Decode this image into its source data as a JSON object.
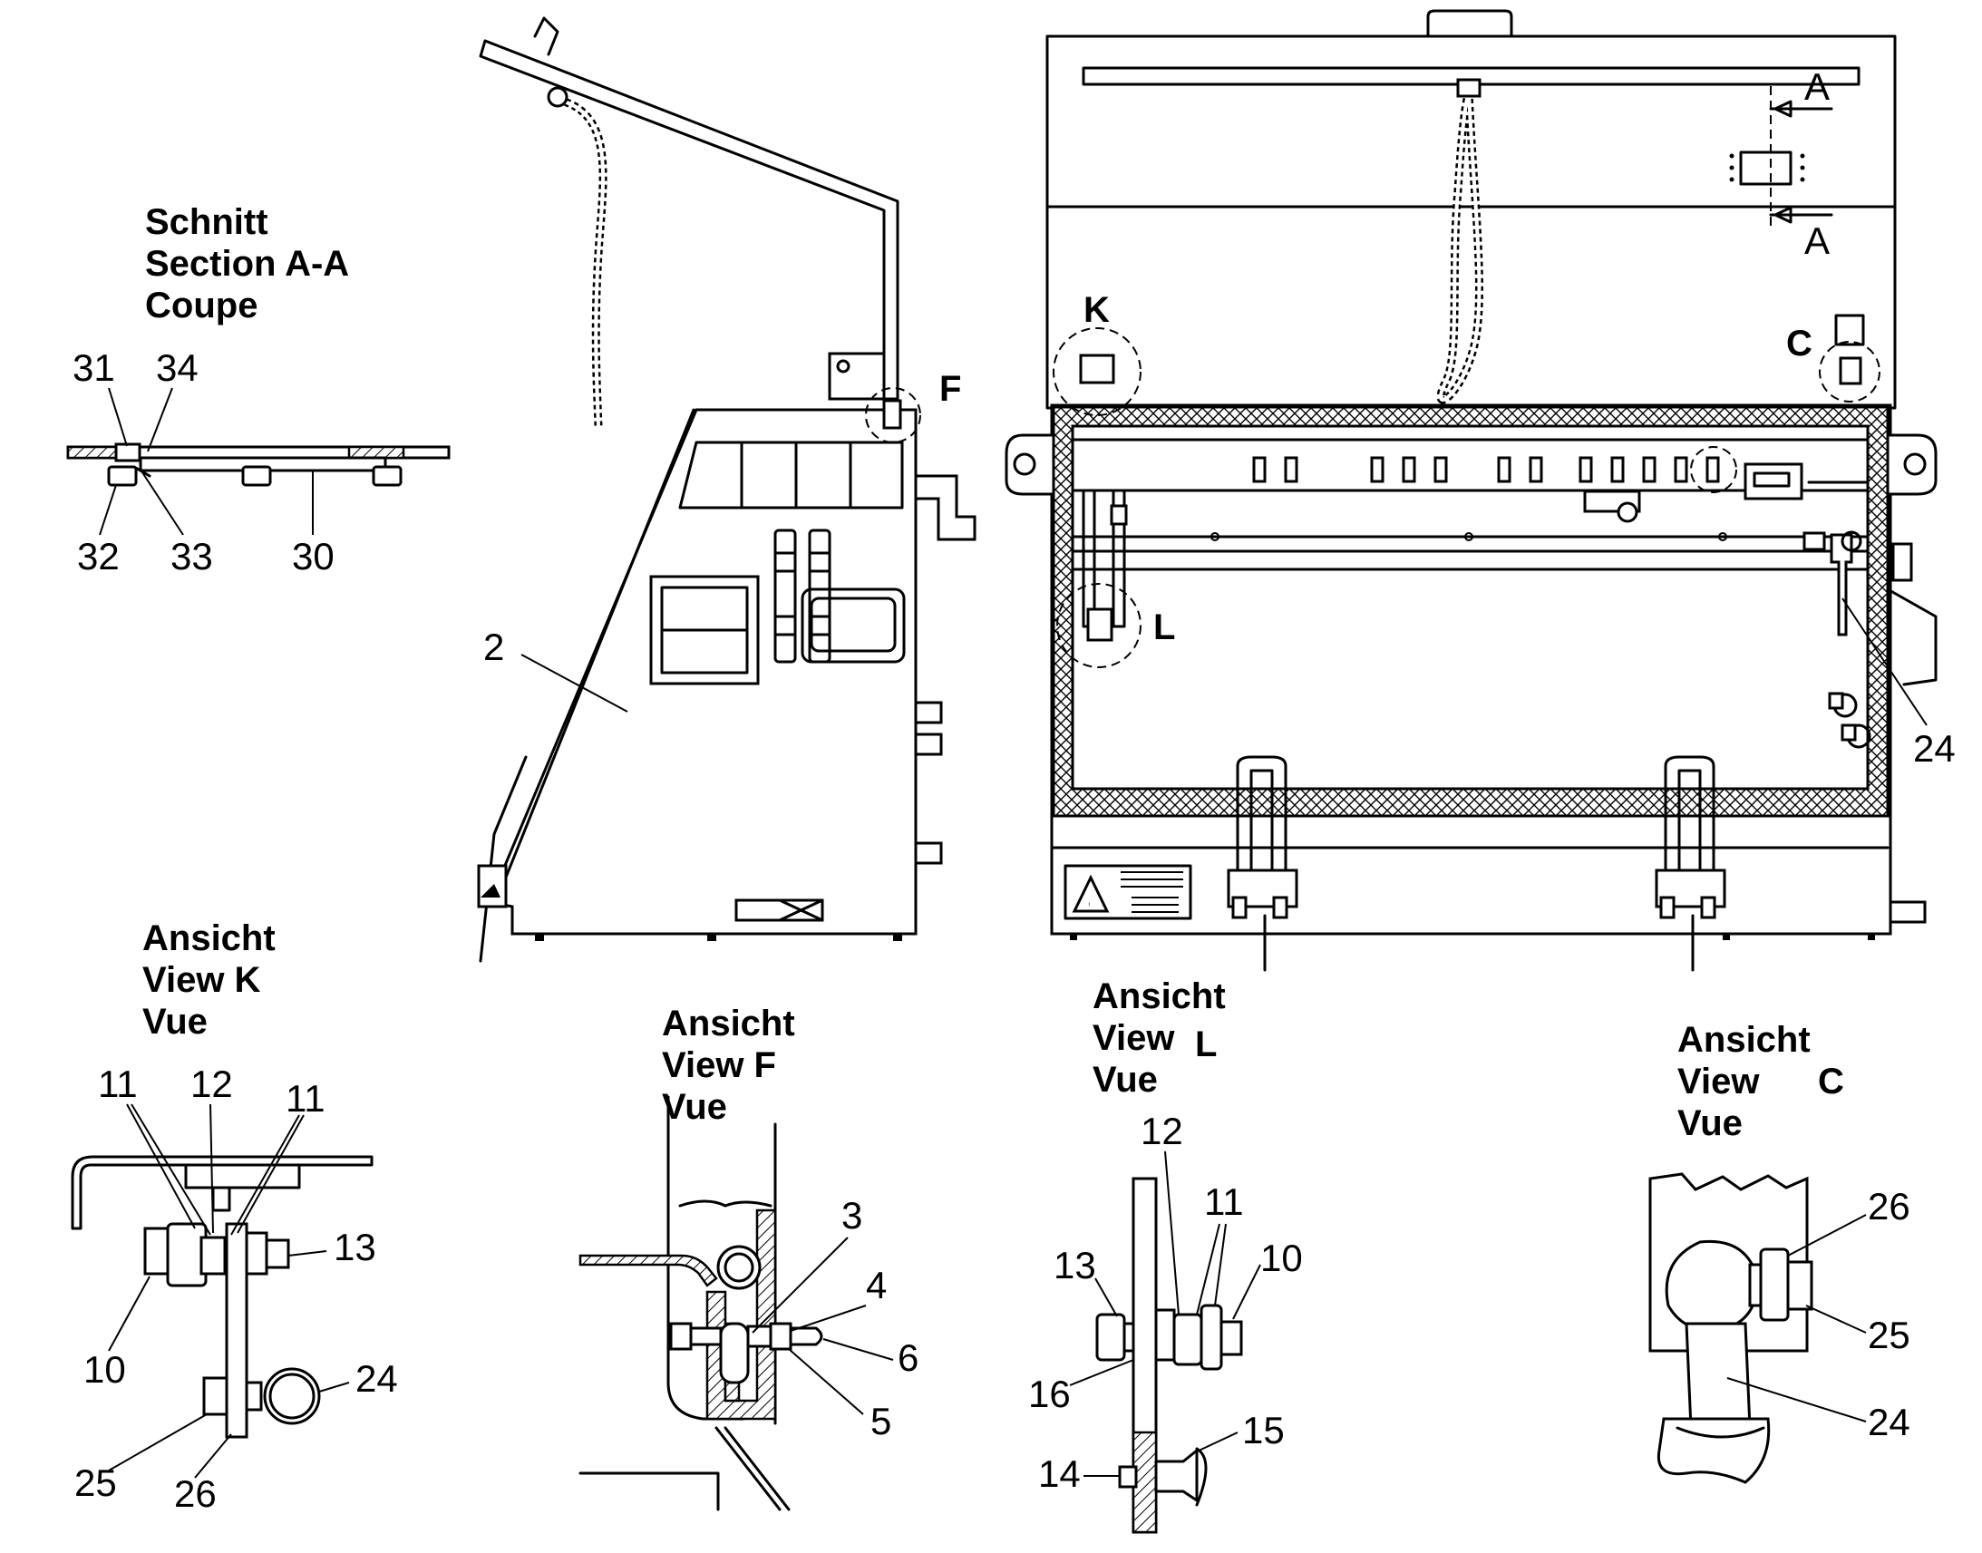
{
  "views": {
    "section_aa": {
      "line1": "Schnitt",
      "line2": "Section  A-A",
      "line3": "Coupe"
    },
    "view_k": {
      "line1": "Ansicht",
      "line2": "View  K",
      "line3": "Vue"
    },
    "view_f": {
      "line1": "Ansicht",
      "line2": "View  F",
      "line3": "Vue"
    },
    "view_l": {
      "line1": "Ansicht",
      "line2": "View",
      "line2b": "L",
      "line3": "Vue"
    },
    "view_c": {
      "line1": "Ansicht",
      "line2": "View",
      "line2b": "C",
      "line3": "Vue"
    }
  },
  "detail_markers": {
    "k": "K",
    "l": "L",
    "c": "C",
    "f": "F",
    "a_top": "A",
    "a_bottom": "A"
  },
  "part_numbers": {
    "section_aa": [
      "31",
      "34",
      "32",
      "33",
      "30"
    ],
    "side_view": [
      "2"
    ],
    "front_view": [
      "24"
    ],
    "view_k": [
      "11",
      "12",
      "11",
      "13",
      "10",
      "24",
      "25",
      "26"
    ],
    "view_f": [
      "3",
      "4",
      "6",
      "5"
    ],
    "view_l": [
      "12",
      "11",
      "13",
      "10",
      "16",
      "15",
      "14"
    ],
    "view_c": [
      "26",
      "25",
      "24"
    ]
  }
}
